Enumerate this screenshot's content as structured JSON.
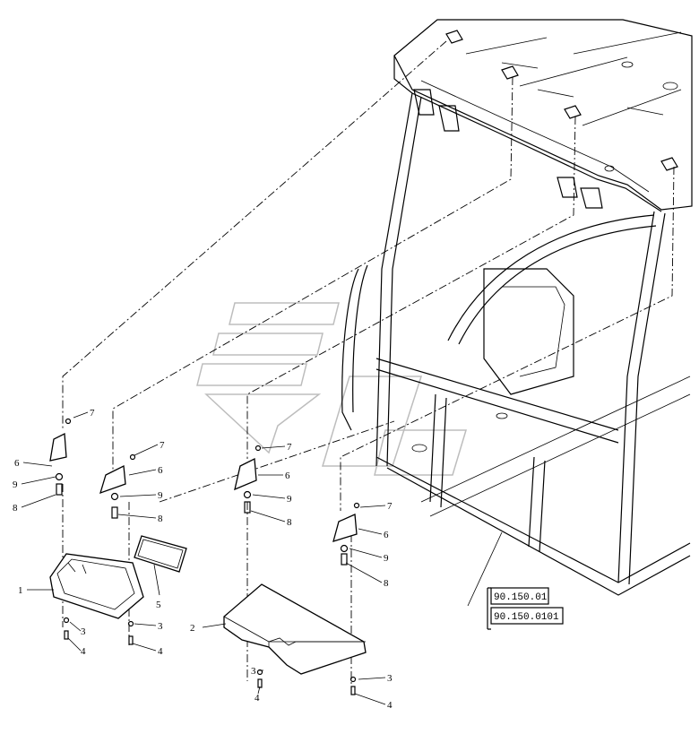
{
  "callouts": {
    "c1": "1",
    "c2": "2",
    "c3a": "3",
    "c3b": "3",
    "c3c": "3",
    "c3d": "3",
    "c4a": "4",
    "c4b": "4",
    "c4c": "4",
    "c4d": "4",
    "c5": "5",
    "c6a": "6",
    "c6b": "6",
    "c6c": "6",
    "c6d": "6",
    "c7a": "7",
    "c7b": "7",
    "c7c": "7",
    "c7d": "7",
    "c8a": "8",
    "c8b": "8",
    "c8c": "8",
    "c8d": "8",
    "c9a": "9",
    "c9b": "9",
    "c9c": "9",
    "c9d": "9"
  },
  "references": {
    "ref1": "90.150.01",
    "ref2": "90.150.0101"
  }
}
